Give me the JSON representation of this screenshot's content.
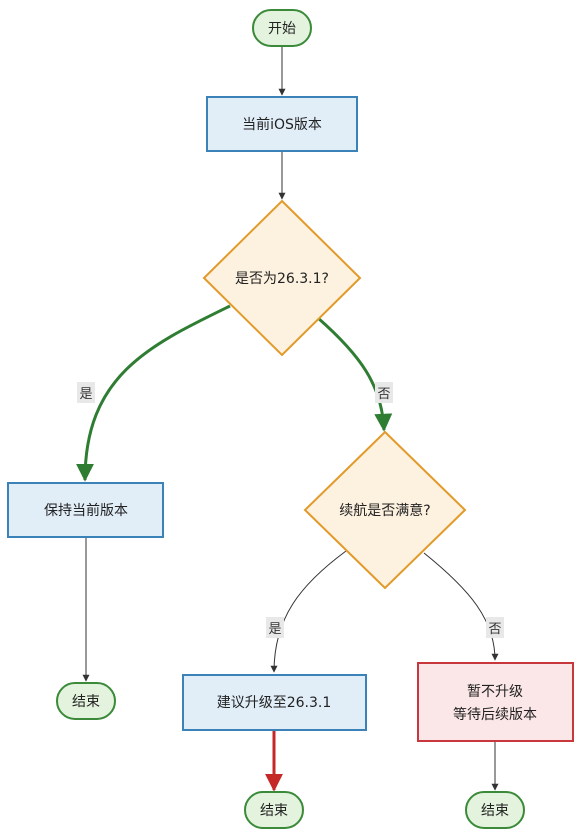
{
  "nodes": {
    "start": "开始",
    "current_version": "当前iOS版本",
    "decision_version": "是否为26.3.1?",
    "keep_version": "保持当前版本",
    "decision_battery": "续航是否满意?",
    "suggest_upgrade": "建议升级至26.3.1",
    "no_upgrade_line1": "暂不升级",
    "no_upgrade_line2": "等待后续版本",
    "end_left": "结束",
    "end_middle": "结束",
    "end_right": "结束"
  },
  "edge_labels": {
    "version_yes": "是",
    "version_no": "否",
    "battery_yes": "是",
    "battery_no": "否"
  },
  "colors": {
    "terminal_fill": "#e3f3dd",
    "terminal_stroke": "#3a8a3a",
    "process_fill": "#e1eef8",
    "process_stroke": "#3b82b8",
    "decision_fill": "#fdf1df",
    "decision_stroke": "#e29a2a",
    "alert_fill": "#fbe7e7",
    "alert_stroke": "#c7373b",
    "edge_default": "#333333",
    "edge_green": "#2e7d32",
    "edge_red": "#c62828"
  }
}
